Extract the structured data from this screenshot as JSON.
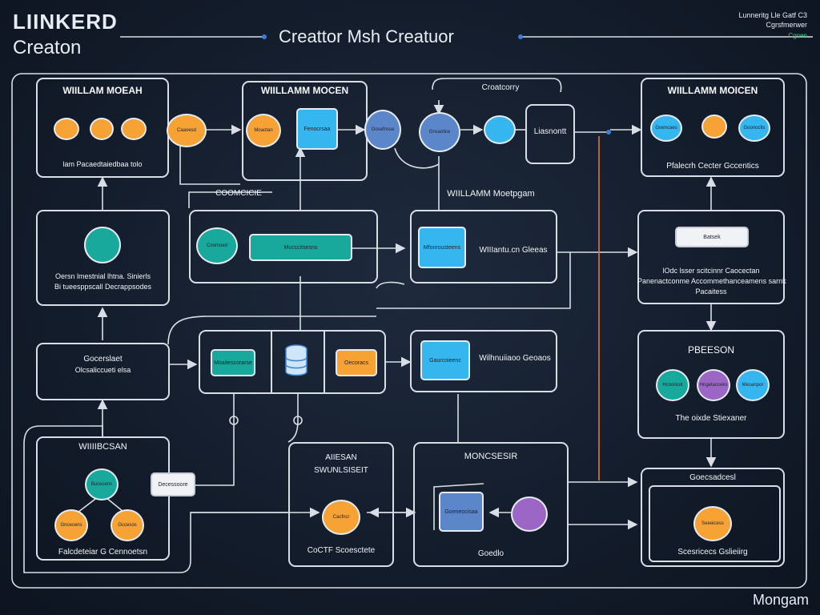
{
  "header": {
    "brand_line1": "LIINKERD",
    "brand_line2": "Creaton",
    "title": "Creattor Msh Creatuor",
    "corner_line1": "Lunneritg Lle Gatf C3",
    "corner_line2": "Cgrsfmerwer",
    "corner_tag": "Cgnen",
    "footer_brand": "Mongam"
  },
  "colors": {
    "background": "#131c2b",
    "line": "#d9dee6",
    "orange": "#f7a234",
    "blue": "#36b6ee",
    "teal": "#19a89c",
    "purple": "#9b66c5",
    "accent_line": "#e07b2a"
  },
  "boxes": {
    "b1": {
      "title": "WIILLAM MOEAH",
      "caption": "lam Pacaedtaiedbaa tolo"
    },
    "b2": {
      "title": "WIILLAMM MOCEN"
    },
    "b3": {
      "title": "Croatcorry",
      "side_label": "Liasnontt"
    },
    "b4": {
      "title": "WIILLAMM MOICEN",
      "caption": "Pfalecrh Cecter Gccentics"
    },
    "b5": {
      "caption_line1": "Oersn lmestnial lhtna. Sinierls",
      "caption_line2": "Bi tueesppscall Decrappsodes"
    },
    "b6": {
      "title": "COOMCICIE",
      "node": "Coomoed",
      "bar": "Mucccitsesns"
    },
    "b7": {
      "title": "WIILLAMM Moetpgam",
      "block": "Mfonrousteens",
      "side_label": "WIIIantu.cn Gleeas"
    },
    "b8": {
      "button": "Batsek",
      "caption_line1": "lOdc lsser scitcinnr Caocectan",
      "caption_line2": "Panenactconme Accommethanceamens sarnk",
      "caption_line3": "Pacaitess"
    },
    "b9": {
      "line1": "Gocerslaet",
      "line2": "Olcsaliccueti elsa"
    },
    "b10": {
      "block1": "Moaitescorarse",
      "block3": "Oecoracs"
    },
    "b11": {
      "block": "Gaurcoieenc",
      "side_label": "Wilhnuiiaoo Geoaos"
    },
    "b12": {
      "title": "PBEESON",
      "caption": "The oixde Stiexaner"
    },
    "b13": {
      "title": "WIIIIBCSAN",
      "caption": "Falcdeteiar G Cennoetsn",
      "tag": "Decessoore"
    },
    "b14": {
      "title_line1": "AIIESAN",
      "title_line2": "SWUNLSISEIT",
      "node": "Cacfncr",
      "caption": "CoCTF Scoesctete"
    },
    "b15": {
      "title": "MONCSESIR",
      "block": "Goeneocisaa",
      "caption": "Goedlo"
    },
    "b16": {
      "title": "Goecsadcesl",
      "node": "Seeeicess",
      "caption": "Scesricecs Gslieiirg"
    },
    "b2_nodes": [
      "Caaoesd",
      "Moaotan",
      "Fenocrsaa"
    ],
    "b3_nodes": [
      "Oosefnsse",
      "Gnsaolice"
    ],
    "b4_nodes": [
      "Goencaes",
      "Goonoclts"
    ],
    "b12_nodes": [
      "Hcnoncot",
      "Hngetacceks",
      "Mesanpor"
    ],
    "b13_nodes": [
      "Bucecens",
      "Gncecens",
      "Gccesos"
    ]
  }
}
